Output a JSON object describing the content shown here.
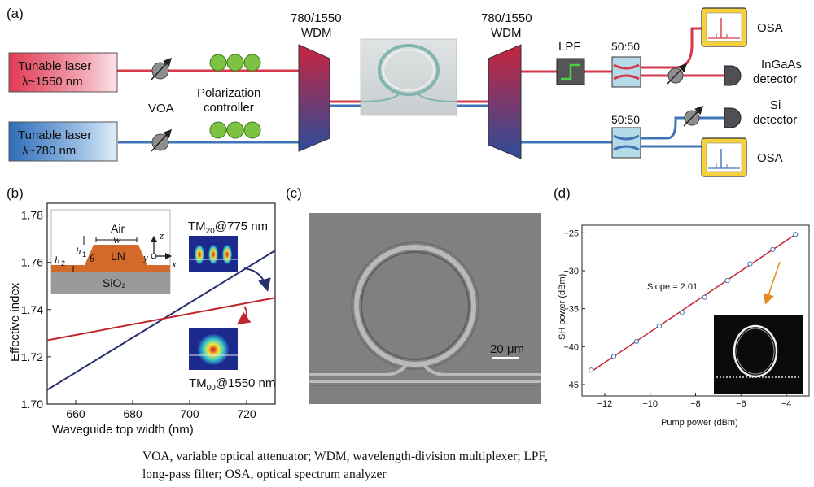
{
  "panel_labels": {
    "a": "(a)",
    "b": "(b)",
    "c": "(c)",
    "d": "(d)"
  },
  "setup": {
    "laser_red": {
      "line1": "Tunable laser",
      "line2": "λ~1550 nm"
    },
    "laser_blue": {
      "line1": "Tunable laser",
      "line2": "λ~780 nm"
    },
    "voa": "VOA",
    "polarization": {
      "line1": "Polarization",
      "line2": "controller"
    },
    "wdm_left": {
      "line1": "780/1550",
      "line2": "WDM"
    },
    "wdm_right": {
      "line1": "780/1550",
      "line2": "WDM"
    },
    "lpf": "LPF",
    "splitter_top": "50:50",
    "splitter_bottom": "50:50",
    "osa_top": "OSA",
    "osa_bottom": "OSA",
    "ingaas": {
      "line1": "InGaAs",
      "line2": "detector"
    },
    "si": {
      "line1": "Si",
      "line2": "detector"
    },
    "colors": {
      "red_beam": "#d63a4a",
      "blue_beam": "#3f74b8",
      "osa_fill": "#f5d23c"
    }
  },
  "panel_b": {
    "ylabel": "Effective index",
    "xlabel": "Waveguide top width (nm)",
    "inset": {
      "air": "Air",
      "ln": "LN",
      "sio2": "SiO₂",
      "w": "w",
      "h1": "h",
      "h1_sub": "1",
      "h2": "h",
      "h2_sub": "2",
      "theta": "θ",
      "z": "z",
      "y": "y",
      "x": "x"
    },
    "mode_te": {
      "text": "TM",
      "sub": "20",
      "rest": "@775 nm"
    },
    "mode_tm": {
      "text": "TM",
      "sub": "00",
      "rest": "@1550 nm"
    }
  },
  "panel_c": {
    "scale": "20 μm"
  },
  "panel_d": {
    "ylabel": "SH power (dBm)",
    "xlabel": "Pump power (dBm)",
    "annotation": "Slope = 2.01"
  },
  "chart_data": [
    {
      "type": "line",
      "panel": "b",
      "xlabel": "Waveguide top width (nm)",
      "ylabel": "Effective index",
      "xlim": [
        650,
        730
      ],
      "ylim": [
        1.7,
        1.785
      ],
      "xticks": [
        660,
        680,
        700,
        720
      ],
      "yticks": [
        1.7,
        1.72,
        1.74,
        1.76,
        1.78
      ],
      "series": [
        {
          "name": "TM20@775 nm",
          "color": "#27306e",
          "x": [
            650,
            730
          ],
          "y": [
            1.706,
            1.765
          ]
        },
        {
          "name": "TM00@1550 nm",
          "color": "#c0262d",
          "x": [
            650,
            730
          ],
          "y": [
            1.727,
            1.745
          ]
        }
      ]
    },
    {
      "type": "scatter",
      "panel": "d",
      "xlabel": "Pump power (dBm)",
      "ylabel": "SH power (dBm)",
      "xlim": [
        -13,
        -3
      ],
      "ylim": [
        -46.5,
        -24
      ],
      "xticks": [
        -12,
        -10,
        -8,
        -6,
        -4
      ],
      "yticks": [
        -45,
        -40,
        -35,
        -30,
        -25
      ],
      "points": {
        "x": [
          -12.6,
          -11.6,
          -10.6,
          -9.6,
          -8.6,
          -7.6,
          -6.6,
          -5.6,
          -4.6,
          -3.6
        ],
        "y": [
          -43.1,
          -41.3,
          -39.3,
          -37.3,
          -35.5,
          -33.5,
          -31.3,
          -29.1,
          -27.2,
          -25.2
        ]
      },
      "fit": {
        "slope": 2.01,
        "x": [
          -12.6,
          -3.6
        ],
        "y": [
          -43.3,
          -25.2
        ]
      }
    }
  ]
}
